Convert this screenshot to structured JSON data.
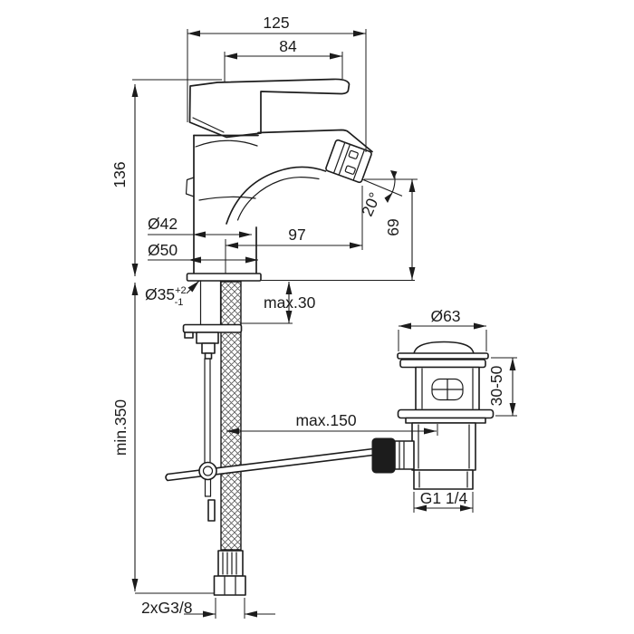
{
  "page": {
    "background": "#ffffff",
    "ink": "#1c1c1c"
  },
  "drawing": {
    "kind": "dimensioned technical line drawing",
    "subject": "single-lever bidet mixer tap with braided supply hoses and pop-up waste drain",
    "units": "mm"
  },
  "labels": {
    "overall_projection": "125",
    "lever_length": "84",
    "height_above_deck": "136",
    "body_diameter": "Ø42",
    "base_diameter": "Ø50",
    "spout_reach": "97",
    "aerator_angle": "20°",
    "spout_outlet_height": "69",
    "tap_hole_diameter": "Ø35",
    "tap_hole_tol_upper": "+2",
    "tap_hole_tol_lower": "-1",
    "max_deck_thickness": "max.30",
    "min_hose_length": "min.350",
    "max_rod_reach": "max.150",
    "waste_flange_diameter": "Ø63",
    "waste_height_range": "30-50",
    "waste_outlet_thread": "G1 1/4",
    "supply_connections": "2xG3/8"
  }
}
